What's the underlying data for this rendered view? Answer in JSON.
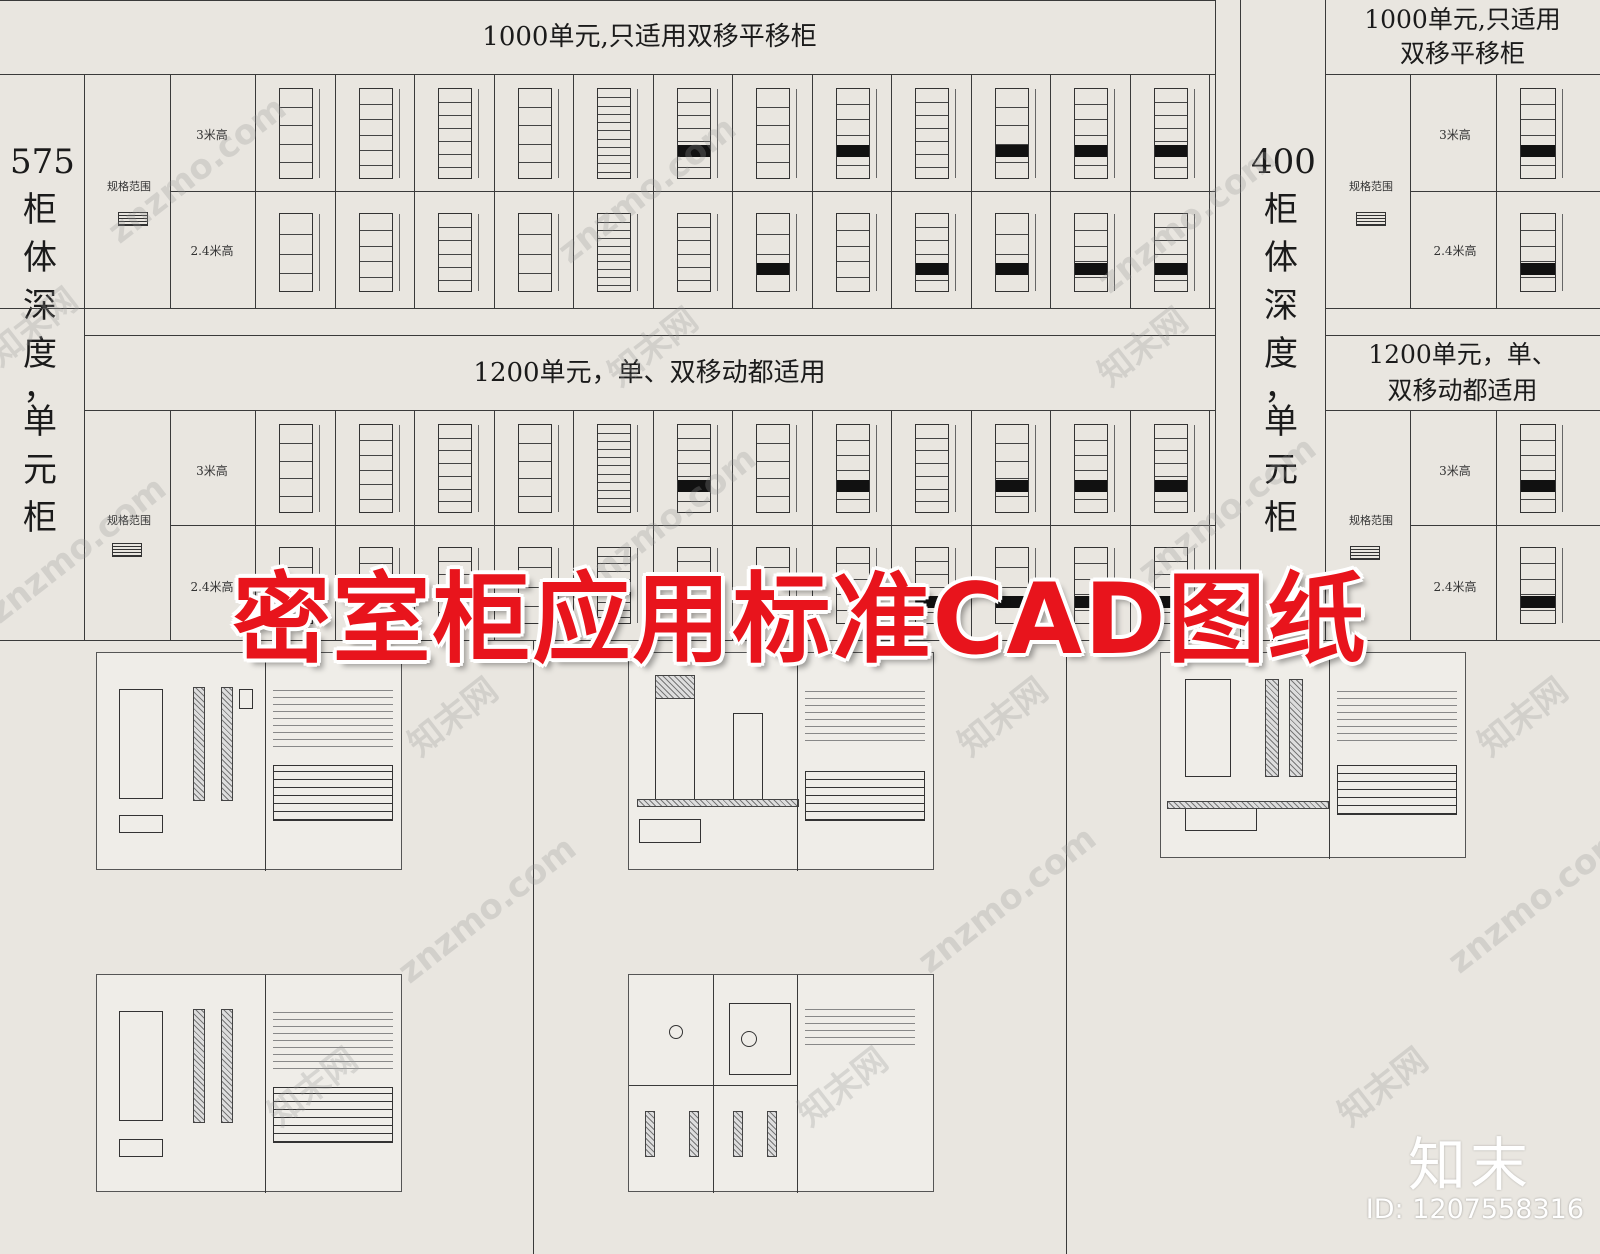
{
  "banner": {
    "title": "密室柜应用标准CAD图纸"
  },
  "left_block": {
    "vertical_title": [
      "575",
      "柜",
      "体",
      "深",
      "度",
      "，",
      "单",
      "元",
      "柜"
    ],
    "section_1000": "1000单元,只适用双移平移柜",
    "section_1200": "1200单元，单、双移动都适用",
    "spec_label": "规格范围",
    "row_3m": "3米高",
    "row_24m": "2.4米高"
  },
  "right_block": {
    "vertical_title": [
      "400",
      "柜",
      "体",
      "深",
      "度",
      "，",
      "单",
      "元",
      "柜"
    ],
    "section_1000_line1": "1000单元,只适用",
    "section_1000_line2": "双移平移柜",
    "section_1200_line1": "1200单元，单、",
    "section_1200_line2": "双移动都适用",
    "spec_label": "规格范围",
    "row_3m": "3米高",
    "row_24m": "2.4米高"
  },
  "watermark": {
    "site": "znzmo.com",
    "cn": "知末网"
  },
  "brand": {
    "logo": "知末",
    "id": "ID: 1207558316"
  }
}
